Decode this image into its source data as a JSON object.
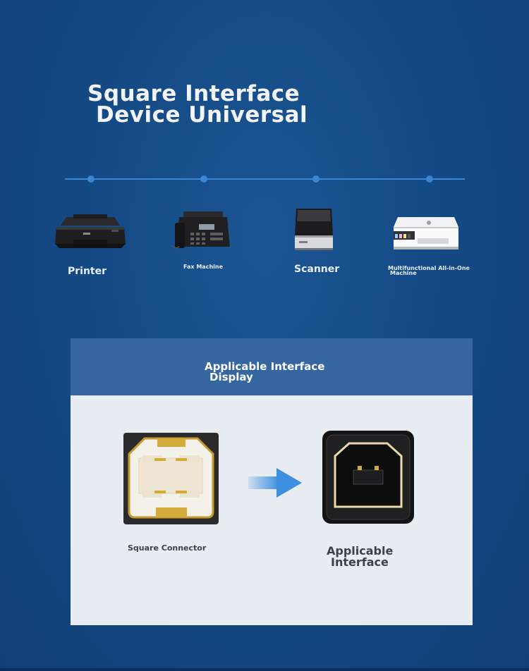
{
  "header": {
    "title_line1": "Square Interface",
    "title_line2": "Device Universal"
  },
  "devices": [
    {
      "label": "Printer",
      "icon": "printer-icon"
    },
    {
      "label": "Fax Machine",
      "icon": "fax-machine-icon"
    },
    {
      "label": "Scanner",
      "icon": "scanner-icon"
    },
    {
      "label_line1": "Multifunctional All-in-One",
      "label_line2": "Machine",
      "icon": "all-in-one-printer-icon"
    }
  ],
  "panel": {
    "title_line1": "Applicable Interface",
    "title_line2": "Display",
    "connector_caption": "Square Connector",
    "interface_caption_line1": "Applicable",
    "interface_caption_line2": "Interface"
  },
  "colors": {
    "background": "#144a85",
    "timeline": "#3a86d6",
    "panel_header": "#3566a0",
    "panel_body": "#e8ecf3",
    "arrow": "#3d8fe0",
    "gold": "#d4aa3a"
  }
}
